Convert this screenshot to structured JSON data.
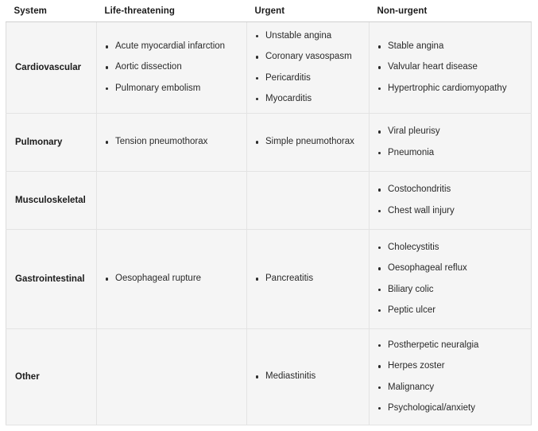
{
  "table": {
    "columns": [
      {
        "key": "system",
        "label": "System"
      },
      {
        "key": "life_threatening",
        "label": "Life-threatening"
      },
      {
        "key": "urgent",
        "label": "Urgent"
      },
      {
        "key": "non_urgent",
        "label": "Non-urgent"
      }
    ],
    "rows": [
      {
        "system": "Cardiovascular",
        "life_threatening": [
          "Acute myocardial infarction",
          "Aortic dissection",
          "Pulmonary embolism"
        ],
        "urgent": [
          "Unstable angina",
          "Coronary vasospasm",
          "Pericarditis",
          "Myocarditis"
        ],
        "non_urgent": [
          "Stable angina",
          "Valvular heart disease",
          "Hypertrophic cardiomyopathy"
        ]
      },
      {
        "system": "Pulmonary",
        "life_threatening": [
          "Tension pneumothorax"
        ],
        "urgent": [
          "Simple pneumothorax"
        ],
        "non_urgent": [
          "Viral pleurisy",
          "Pneumonia"
        ]
      },
      {
        "system": "Musculoskeletal",
        "life_threatening": [],
        "urgent": [],
        "non_urgent": [
          "Costochondritis",
          "Chest wall injury"
        ]
      },
      {
        "system": "Gastrointestinal",
        "life_threatening": [
          "Oesophageal rupture"
        ],
        "urgent": [
          "Pancreatitis"
        ],
        "non_urgent": [
          "Cholecystitis",
          "Oesophageal reflux",
          "Biliary colic",
          "Peptic ulcer"
        ]
      },
      {
        "system": "Other",
        "life_threatening": [],
        "urgent": [
          "Mediastinitis"
        ],
        "non_urgent": [
          "Postherpetic neuralgia",
          "Herpes zoster",
          "Malignancy",
          "Psychological/anxiety"
        ]
      }
    ]
  },
  "colors": {
    "page_background": "#ffffff",
    "cell_background": "#f5f5f5",
    "cell_border": "#e3e3e3",
    "header_rule": "#cfcfcf",
    "text": "#2a2a2a",
    "header_text": "#1b1b1b"
  }
}
